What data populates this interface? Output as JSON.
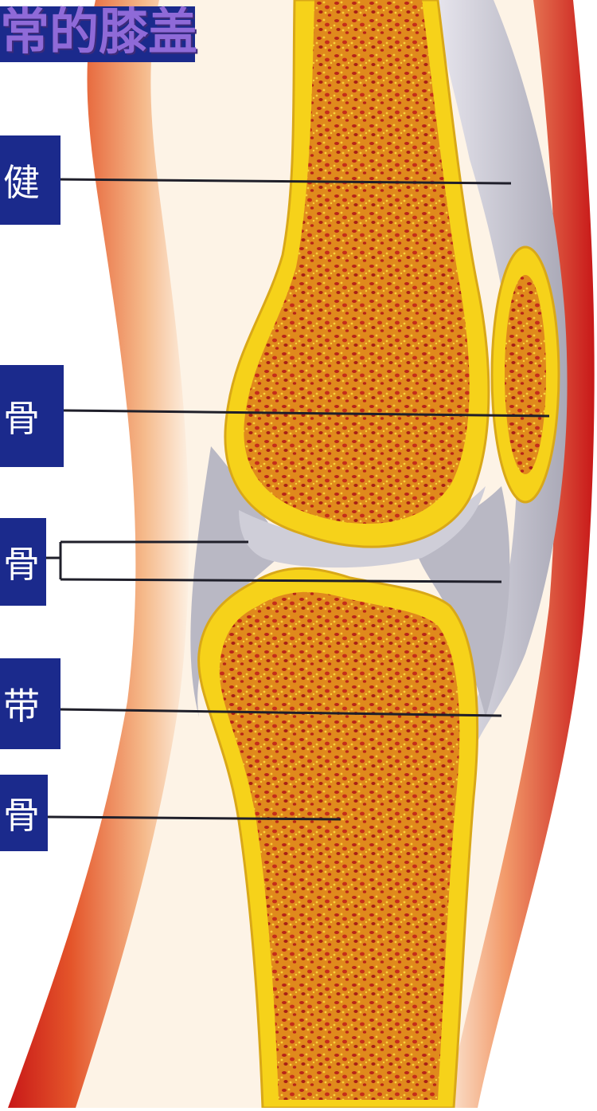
{
  "title": "常的膝盖",
  "labels": {
    "tendon": "健",
    "patella": "骨",
    "cartilage": "骨",
    "ligament": "带",
    "tibia": "骨"
  }
}
